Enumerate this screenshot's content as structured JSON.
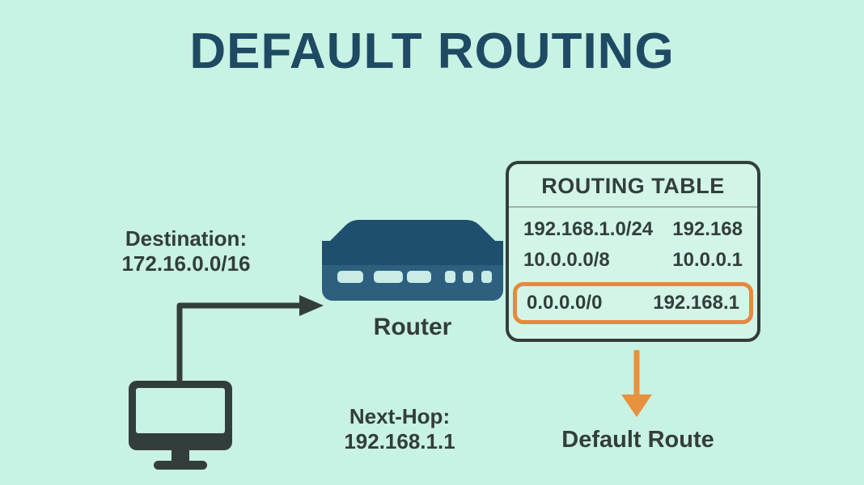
{
  "title": "DEFAULT ROUTING",
  "colors": {
    "background": "#c8f2e3",
    "title_navy": "#1e4a64",
    "charcoal": "#333e3c",
    "router_top": "#1f4f6e",
    "router_body": "#2d607f",
    "router_slot": "#c9ece6",
    "highlight_orange": "#e8883c",
    "arrow_orange": "#e8913f",
    "table_bg": "#d2f5e8"
  },
  "source": {
    "label_line1": "Destination:",
    "label_line2": "172.16.0.0/16"
  },
  "router": {
    "label": "Router",
    "next_hop_line1": "Next-Hop:",
    "next_hop_line2": "192.168.1.1"
  },
  "routing_table": {
    "title": "ROUTING TABLE",
    "rows": [
      {
        "destination": "192.168.1.0/24",
        "next_hop": "192.168",
        "highlighted": false
      },
      {
        "destination": "10.0.0.0/8",
        "next_hop": "10.0.0.1",
        "highlighted": false
      },
      {
        "destination": "0.0.0.0/0",
        "next_hop": "192.168.1",
        "highlighted": true
      }
    ]
  },
  "default_route": {
    "label": "Default Route"
  },
  "icons": {
    "computer": "computer-monitor-icon",
    "router": "router-device-icon",
    "flow_arrow": "elbow-arrow-icon",
    "default_route_arrow": "orange-down-arrow-icon"
  }
}
